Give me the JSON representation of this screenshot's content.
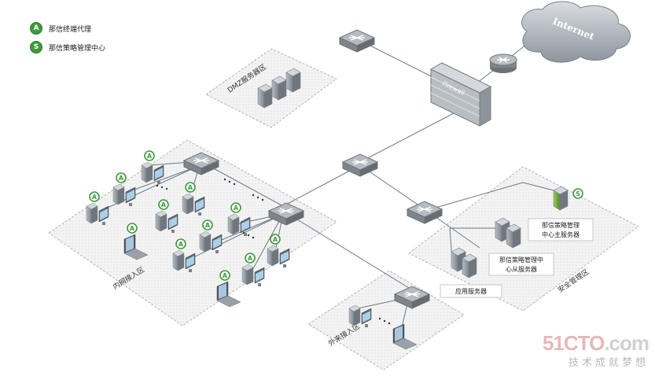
{
  "legend": [
    {
      "icon": "A",
      "icon_name": "terminal-agent-icon",
      "label": "那信终端代理"
    },
    {
      "icon": "S",
      "icon_name": "policy-center-icon",
      "label": "那信策略管理中心"
    }
  ],
  "zones": {
    "dmz": "DMZ服务器区",
    "intranet": "内网接入区",
    "external": "外来接入区",
    "security": "安全管理区"
  },
  "labels": {
    "internet": "Internet",
    "firewall": "Firewall",
    "main_server": [
      "那信策略管理",
      "中心主服务器"
    ],
    "backup_server": [
      "那信策略管理中",
      "心从服务器"
    ],
    "app_server": "应用服务器"
  },
  "watermark": {
    "logo_main": "51CTO",
    "logo_dot": ".com",
    "sub": "技术成就梦想"
  },
  "colors": {
    "agent_green": "#3f9a3a",
    "zone_fill": "#f2f2f2",
    "zone_border": "#b5b5b5",
    "device_gray": "#8a8f94",
    "server_green": "#4f8b2c"
  }
}
